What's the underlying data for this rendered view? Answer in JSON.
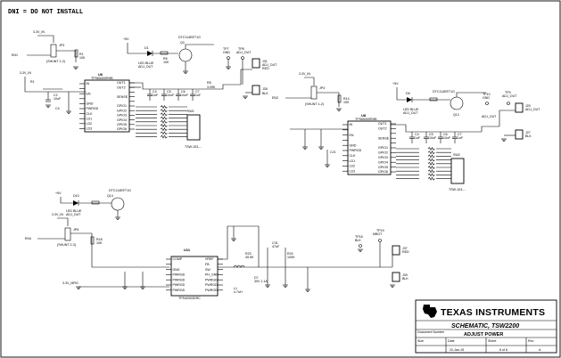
{
  "note": "DNI = DO NOT INSTALL",
  "colors": {
    "line": "#000000",
    "bg": "#ffffff",
    "border": "#000000"
  },
  "block_a": {
    "jp": "JP3",
    "jp_lbl": "(SHUNT 1-2)",
    "in": "3.3V_IN",
    "pwr": "3.3V_IN",
    "en": "EN1",
    "pg": "PWRGD1",
    "u": "U6",
    "u_part": "TPS65400RHB",
    "cin": "C2",
    "cin_v": "10uF",
    "r1": "R1",
    "r1_v": "10K",
    "pin_left": [
      "IN",
      "",
      "EN",
      "",
      "GND",
      "PWRGD",
      "CLK",
      "LD1",
      "LD2",
      "LD3"
    ],
    "pin_right": [
      "OUT1",
      "OUT2",
      "",
      "SENSE",
      "",
      "GPIO1",
      "GPIO2",
      "GPIO3",
      "GPIO4",
      "GPIO5",
      "GPIO6"
    ],
    "caps": [
      {
        "n": "C4",
        "v": "1uF"
      },
      {
        "n": "C5",
        "v": "10uF"
      },
      {
        "n": "C6",
        "v": "10uF"
      },
      {
        "n": "C7",
        "v": "1uF"
      }
    ],
    "led": "D1",
    "led_lbl": "LED BLUE",
    "adj": "ADJ_OUT",
    "q": "Q3",
    "q_part": "DTC114EET1G",
    "r_led": "R5",
    "r_led_v": "10K",
    "tp": [
      "TP7",
      "TP8"
    ],
    "tp_lbl": [
      "GND",
      "ADJ_OUT"
    ],
    "jacks": [
      {
        "n": "J31",
        "lbl": "ADJ_OUT",
        "c": "RED"
      },
      {
        "n": "J35",
        "lbl": "BLK",
        "c": ""
      }
    ],
    "pot": "R8",
    "pot_v": "3.09K",
    "pr": "RN1",
    "sw": "SW1",
    "sw_part": "TSW-103-..."
  },
  "block_b": {
    "jp": "JP4",
    "jp_lbl": "(SHUNT 1-2)",
    "pwr": "3.3V_IN",
    "en": "EN2",
    "u": "U8",
    "u_part": "TPS65400RHB",
    "r": "R14",
    "r_v": "10K",
    "cap": "C21",
    "led": "D6",
    "led_lbl": "LED BLUE",
    "adj": "ADJ_OUT",
    "q": "Q13",
    "q_part": "DTC114EET1G",
    "tp": [
      "TP10",
      "TP9"
    ],
    "tp_lbl": [
      "GND",
      "ADJ_OUT"
    ],
    "jacks": [
      {
        "n": "J20",
        "lbl": "ADJ_OUT"
      },
      {
        "n": "J27",
        "lbl": "BLK"
      }
    ],
    "sw": "SW2"
  },
  "block_c": {
    "vin": "+5V",
    "pwr": "3.3V_IN",
    "en": "EN4",
    "pg": "PWRGD4",
    "led": "D10",
    "led_lbl": "LED BLUE",
    "adj": "ADJ_OUT",
    "q": "Q14",
    "q_part": "DTC114EET1G",
    "jp": "JP6",
    "jp_lbl": "(SHUNT 2-3)",
    "r": "R18",
    "r_v": "10K",
    "u": "U11",
    "u_part": "TPS40303DRC",
    "left_pins": [
      "COMP",
      "",
      "GND",
      "PWRGD",
      "PWRGD",
      "PWRGD",
      "PWRGD"
    ],
    "right_pins": [
      "VREF",
      "FB",
      "SW",
      "PH_GND",
      "PWRGD",
      "PWRGD",
      "PWRGD"
    ],
    "l": "L1",
    "l_v": "4.7uH",
    "d": "D7",
    "d_v": "30V 1.1A",
    "c_out": "C31",
    "c_out_v": "47uF",
    "r_fb": [
      "R23",
      "R24"
    ],
    "r_fb_v": [
      "49.9K",
      "100K"
    ],
    "tp": [
      "TP18",
      "TP19"
    ],
    "tp_lbl": [
      "BLK",
      "MBOT"
    ],
    "jacks": [
      {
        "n": "J37",
        "lbl": "RED"
      },
      {
        "n": "J39",
        "lbl": "BLK"
      }
    ],
    "net": "3.3V_MRG"
  },
  "title_block": {
    "company": "TEXAS INSTRUMENTS",
    "title": "SCHEMATIC, TSW2200",
    "doc_lbl": "Document Number",
    "subtitle": "ADJUST POWER",
    "fields": [
      "Size",
      "Date",
      "Sheet",
      "Rev"
    ],
    "sheet": "6 of 6",
    "rev": "A",
    "date": "22-Jan-15"
  }
}
